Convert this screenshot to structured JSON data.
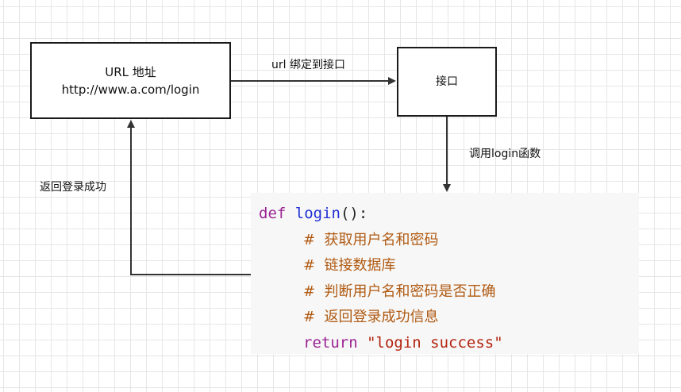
{
  "nodes": {
    "url_box": {
      "line1": "URL 地址",
      "line2": "http://www.a.com/login"
    },
    "api_box": {
      "label": "接口"
    }
  },
  "edges": {
    "bind_label": "url 绑定到接口",
    "call_label": "调用login函数",
    "return_label": "返回登录成功"
  },
  "code": {
    "def_keyword": "def",
    "func_name": "login",
    "signature_tail": "():",
    "comments": [
      "#  获取用户名和密码",
      "#  链接数据库",
      "#  判断用户名和密码是否正确",
      "#  返回登录成功信息"
    ],
    "return_keyword": "return",
    "return_value": "\"login success\""
  },
  "colors": {
    "keyword": "#9b2393",
    "function": "#1f2fd6",
    "comment": "#b05a12",
    "string": "#b4230f",
    "arrow": "#333333"
  }
}
